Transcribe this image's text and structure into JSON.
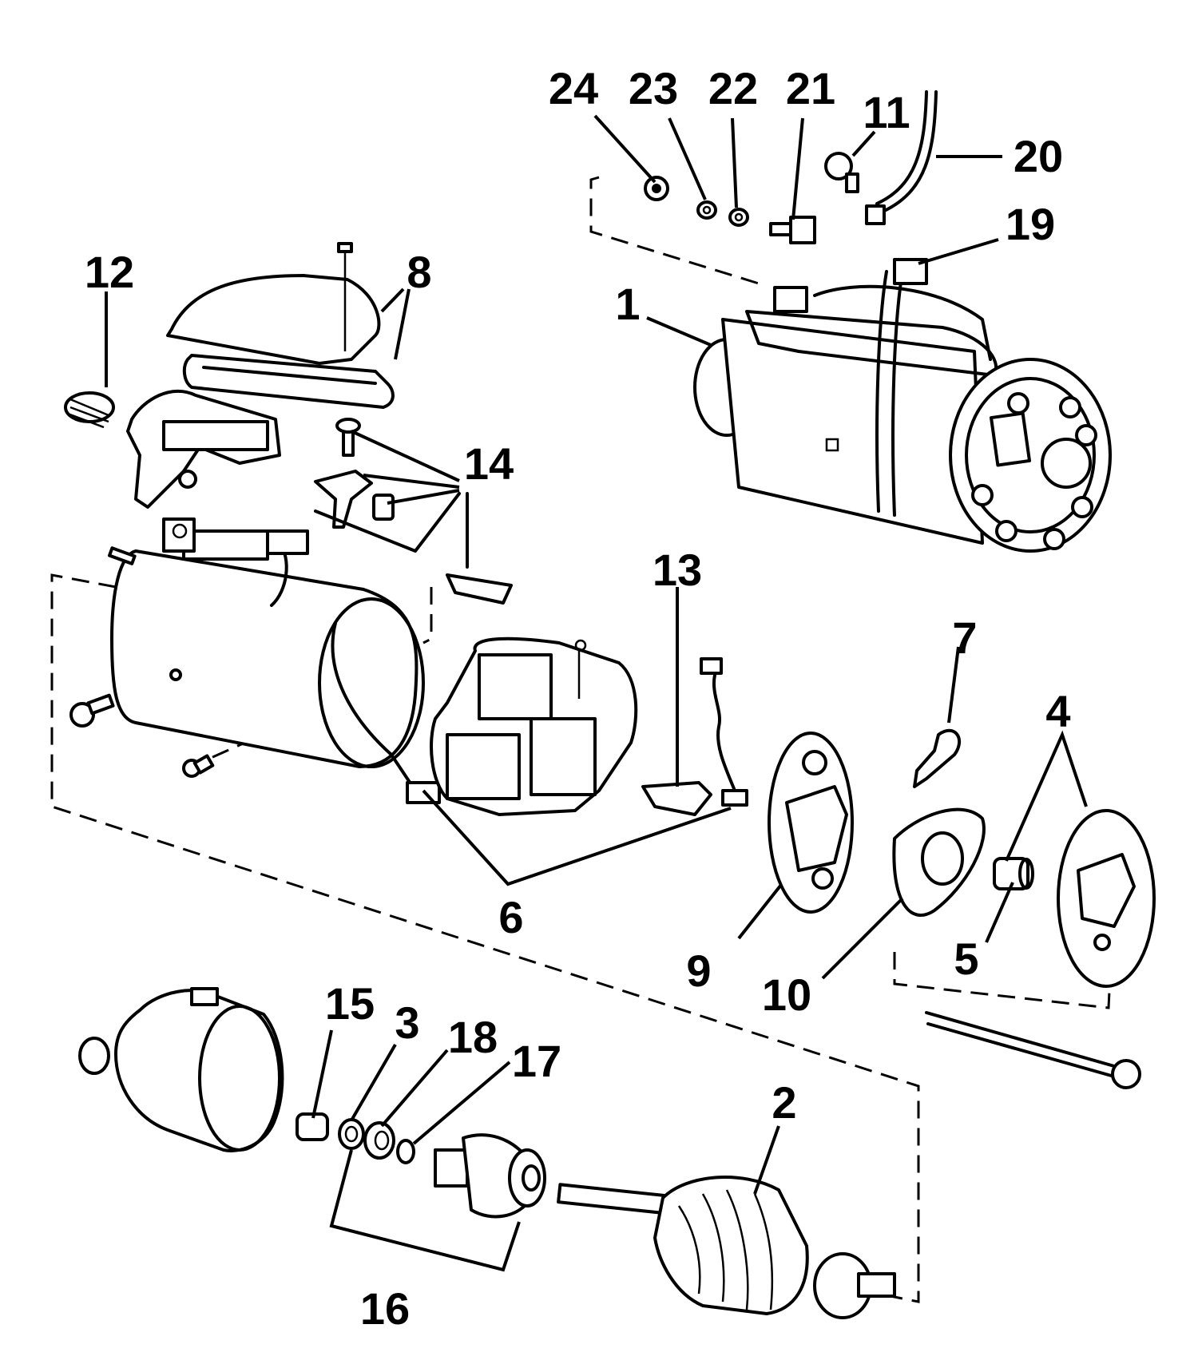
{
  "diagram": {
    "ink_color": "#000000",
    "background_color": "#ffffff",
    "callouts": [
      {
        "id": "c1",
        "label": "1"
      },
      {
        "id": "c2",
        "label": "2"
      },
      {
        "id": "c3",
        "label": "3"
      },
      {
        "id": "c4",
        "label": "4"
      },
      {
        "id": "c5",
        "label": "5"
      },
      {
        "id": "c6",
        "label": "6"
      },
      {
        "id": "c7",
        "label": "7"
      },
      {
        "id": "c8",
        "label": "8"
      },
      {
        "id": "c9",
        "label": "9"
      },
      {
        "id": "c10",
        "label": "10"
      },
      {
        "id": "c11",
        "label": "11"
      },
      {
        "id": "c12",
        "label": "12"
      },
      {
        "id": "c13",
        "label": "13"
      },
      {
        "id": "c14",
        "label": "14"
      },
      {
        "id": "c15",
        "label": "15"
      },
      {
        "id": "c16",
        "label": "16"
      },
      {
        "id": "c17",
        "label": "17"
      },
      {
        "id": "c18",
        "label": "18"
      },
      {
        "id": "c19",
        "label": "19"
      },
      {
        "id": "c20",
        "label": "20"
      },
      {
        "id": "c21",
        "label": "21"
      },
      {
        "id": "c22",
        "label": "22"
      },
      {
        "id": "c23",
        "label": "23"
      },
      {
        "id": "c24",
        "label": "24"
      }
    ]
  }
}
